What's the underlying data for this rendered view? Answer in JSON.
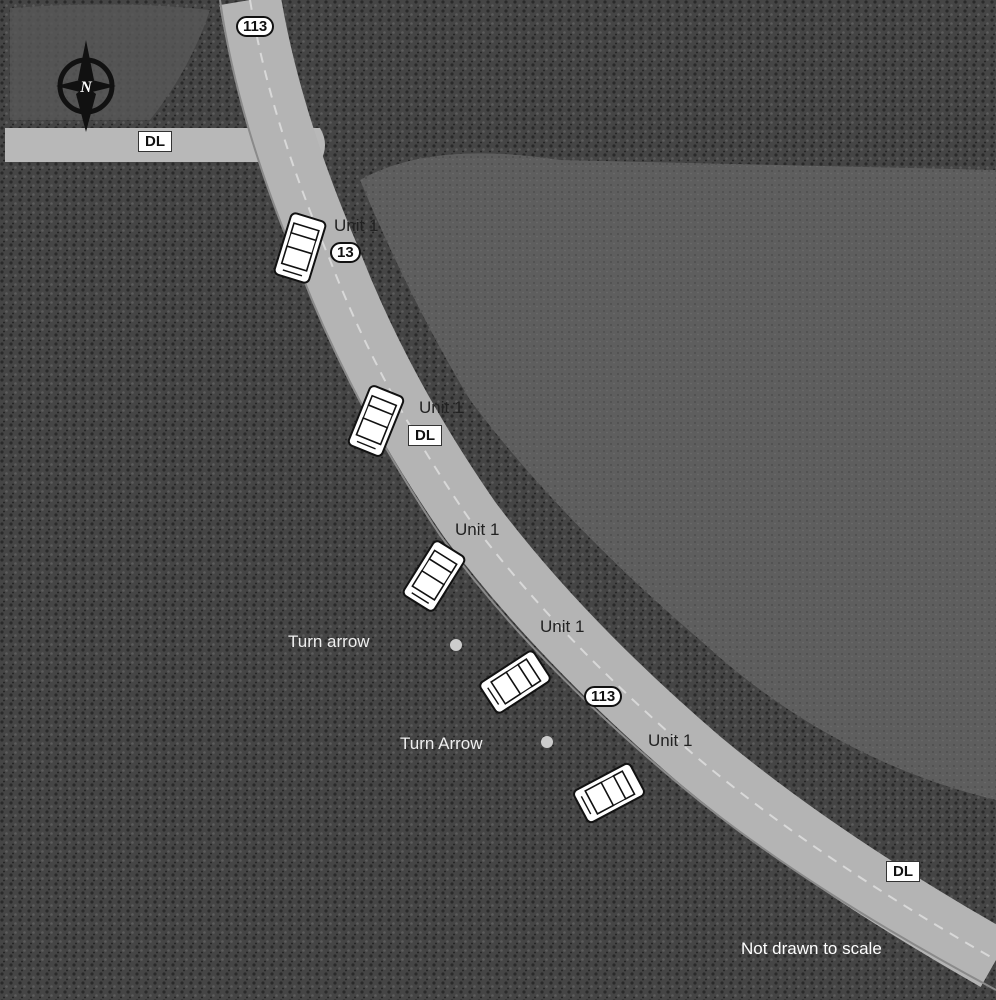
{
  "map": {
    "footnote": "Not drawn to scale",
    "compass_letter": "N",
    "colors": {
      "foliage": "#3f3f3f",
      "field": "#5e5e5e",
      "road": "#b4b4b4",
      "vehicle": "#ffffff",
      "label_text": "#222222"
    }
  },
  "labels": {
    "route_shields": [
      "113",
      "13",
      "113"
    ],
    "dl_labels": [
      "DL",
      "DL",
      "DL"
    ],
    "turn_arrows": [
      "Turn arrow",
      "Turn Arrow"
    ]
  },
  "vehicles": [
    {
      "label": "Unit 1"
    },
    {
      "label": "Unit 1"
    },
    {
      "label": "Unit 1"
    },
    {
      "label": "Unit 1"
    },
    {
      "label": "Unit 1"
    }
  ]
}
